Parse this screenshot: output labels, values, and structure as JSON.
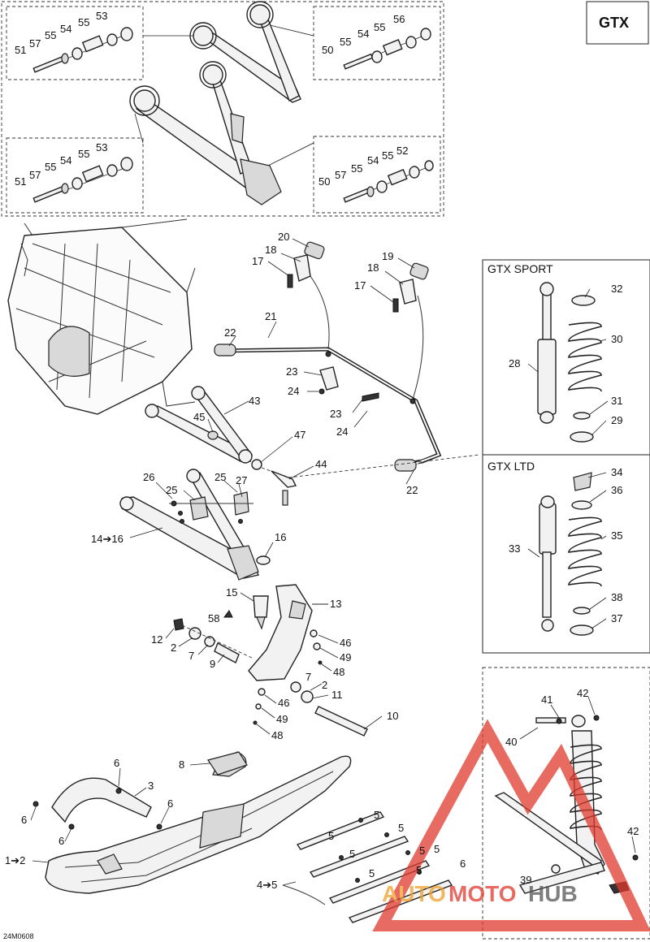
{
  "title": "GTX",
  "panels": {
    "sport_title": "GTX SPORT",
    "ltd_title": "GTX LTD"
  },
  "drawing_code": "24M0608",
  "watermark": {
    "part1": "AUTO",
    "part2": "MOTO",
    "part3": "HUB",
    "color_red": "#e03a2e",
    "color_orange": "#f0a02a",
    "color_dark": "#555555"
  },
  "callouts": {
    "c51a": "51",
    "c57a": "57",
    "c55a": "55",
    "c54a": "54",
    "c55b": "55",
    "c53a": "53",
    "c50a": "50",
    "c55c": "55",
    "c54b": "54",
    "c55d": "55",
    "c56a": "56",
    "c51b": "51",
    "c57b": "57",
    "c55e": "55",
    "c54c": "54",
    "c55f": "55",
    "c53b": "53",
    "c50b": "50",
    "c57c": "57",
    "c55g": "55",
    "c54d": "54",
    "c55h": "55",
    "c52a": "52",
    "c20": "20",
    "c18a": "18",
    "c17a": "17",
    "c19": "19",
    "c18b": "18",
    "c17b": "17",
    "c21": "21",
    "c22a": "22",
    "c23a": "23",
    "c24a": "24",
    "c23b": "23",
    "c24b": "24",
    "c43": "43",
    "c45": "45",
    "c47": "47",
    "c44": "44",
    "c22b": "22",
    "c26": "26",
    "c25a": "25",
    "c27": "27",
    "c25b": "25",
    "c14": "14➔16",
    "c16": "16",
    "c15": "15",
    "c13": "13",
    "c58": "58",
    "c12": "12",
    "c2a": "2",
    "c7a": "7",
    "c9": "9",
    "c46a": "46",
    "c49a": "49",
    "c48a": "48",
    "c7b": "7",
    "c2b": "2",
    "c11": "11",
    "c46b": "46",
    "c49b": "49",
    "c48b": "48",
    "c10": "10",
    "c8": "8",
    "c6a": "6",
    "c3": "3",
    "c6b": "6",
    "c6c": "6",
    "c6d": "6",
    "c1": "1➔2",
    "c4": "4➔5",
    "c5a": "5",
    "c5b": "5",
    "c5c": "5",
    "c5d": "5",
    "c5e": "5",
    "c5f": "5",
    "c5g": "5",
    "c5h": "5",
    "c6e": "6",
    "c32": "32",
    "c30": "30",
    "c28": "28",
    "c31": "31",
    "c29": "29",
    "c34": "34",
    "c36": "36",
    "c35": "35",
    "c33": "33",
    "c38": "38",
    "c37": "37",
    "c41": "41",
    "c42a": "42",
    "c40": "40",
    "c42b": "42",
    "c39": "39"
  }
}
